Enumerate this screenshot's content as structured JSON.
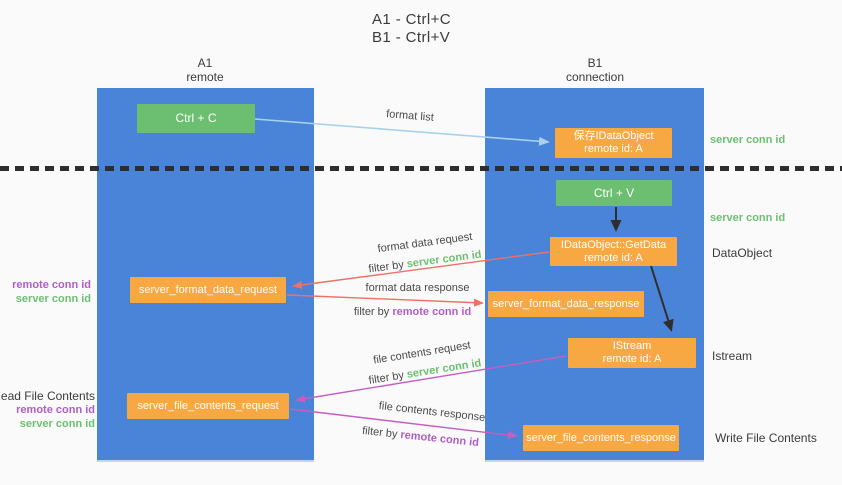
{
  "title": {
    "line1": "A1 - Ctrl+C",
    "line2": "B1 - Ctrl+V"
  },
  "columns": {
    "a1": {
      "title": "A1",
      "subtitle": "remote"
    },
    "b1": {
      "title": "B1",
      "subtitle": "connection"
    }
  },
  "nodes": {
    "ctrl_c": {
      "label": "Ctrl + C"
    },
    "save_idataobject": {
      "line1": "保存IDataObject",
      "line2": "remote id: A"
    },
    "ctrl_v": {
      "label": "Ctrl + V"
    },
    "getdata": {
      "line1": "IDataObject::GetData",
      "line2": "remote id: A"
    },
    "format_data_request": {
      "label": "server_format_data_request"
    },
    "format_data_response": {
      "label": "server_format_data_response"
    },
    "istream": {
      "line1": "IStream",
      "line2": "remote id: A"
    },
    "file_contents_request": {
      "label": "server_file_contents_request"
    },
    "file_contents_response": {
      "label": "server_file_contents_response"
    }
  },
  "arrow_labels": {
    "format_list": "format list",
    "format_data_request": "format data request",
    "format_data_response": "format data response",
    "file_contents_request": "file contents request",
    "file_contents_response": "file contents response",
    "filter_by": "filter by ",
    "server_conn_id": "server conn id",
    "remote_conn_id": "remote conn id"
  },
  "side_labels": {
    "server_conn_id_top": "server conn id",
    "server_conn_id_mid": "server conn id",
    "dataobject": "DataObject",
    "istream": "Istream",
    "write_file_contents": "Write File Contents",
    "read_file_contents": "Read File Contents",
    "remote_conn_id": "remote conn id",
    "server_conn_id": "server conn id"
  },
  "colors": {
    "column_blue": "#4a84d8",
    "box_green": "#6cbe70",
    "box_orange": "#f8a843",
    "arrow_salmon": "#ef7066",
    "arrow_magenta": "#c45fc0",
    "arrow_lightblue": "#a8d2ea",
    "arrow_black": "#2e2e2e",
    "text_green": "#6dbf71",
    "text_purple": "#b05fc6",
    "text_dark": "#3b3b3b"
  }
}
